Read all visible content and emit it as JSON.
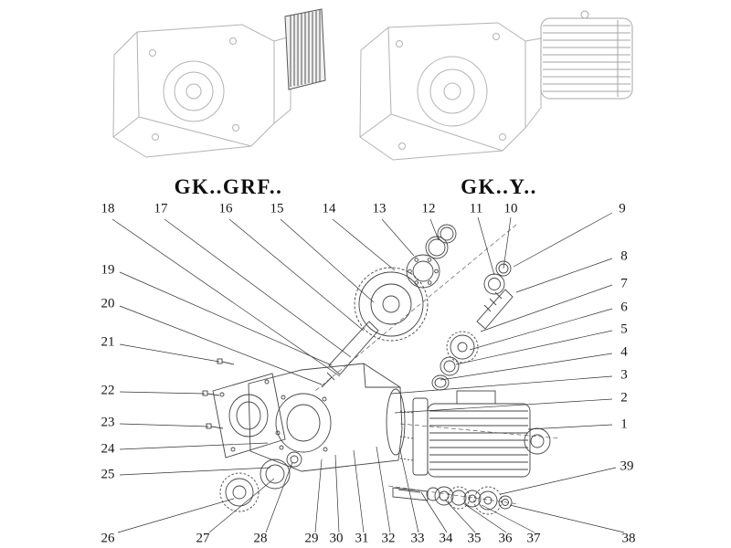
{
  "titles": {
    "left": "GK..GRF..",
    "right": "GK..Y.."
  },
  "callouts": [
    "1",
    "2",
    "3",
    "4",
    "5",
    "6",
    "7",
    "8",
    "9",
    "10",
    "11",
    "12",
    "13",
    "14",
    "15",
    "16",
    "17",
    "18",
    "19",
    "20",
    "21",
    "22",
    "23",
    "24",
    "25",
    "26",
    "27",
    "28",
    "29",
    "30",
    "31",
    "32",
    "33",
    "34",
    "35",
    "36",
    "37",
    "38",
    "39"
  ]
}
